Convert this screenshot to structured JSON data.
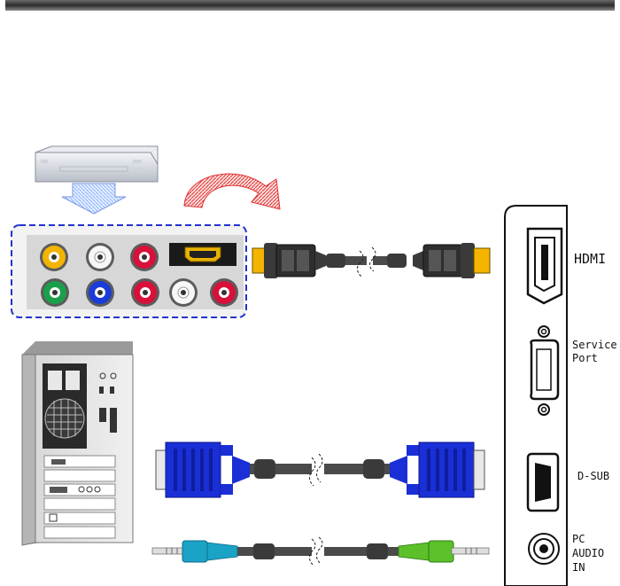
{
  "ports": {
    "hdmi": "HDMI",
    "service": "Service Port",
    "dsub": "D-SUB",
    "pc_audio": "PC AUDIO IN"
  },
  "colors": {
    "header_bar": "#3a3a3a",
    "panel_border": "#2233cc",
    "hdmi_plug_tip": "#f5b400",
    "vga_plug": "#1a2fd6",
    "audio_plug_left": "#1aa3c6",
    "audio_plug_right": "#5cc02a",
    "signal_arrow_red": "#e0302e",
    "signal_arrow_blue": "#8fb4ff"
  },
  "rca_jacks": {
    "top_row": [
      "yellow",
      "white",
      "red"
    ],
    "bottom_row": [
      "green",
      "blue",
      "red",
      "white",
      "red"
    ]
  }
}
